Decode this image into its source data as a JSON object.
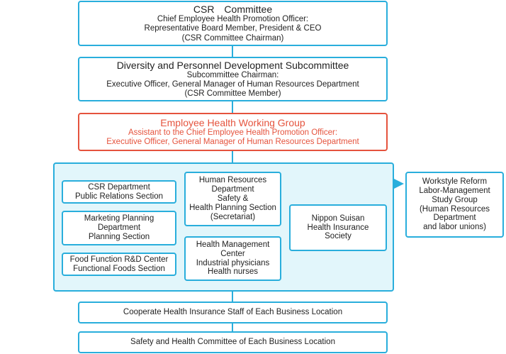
{
  "csr_committee": {
    "title": "CSR　Committee",
    "lines": [
      "Chief Employee Health Promotion Officer:",
      "Representative Board Member, President & CEO",
      "(CSR Committee Chairman)"
    ]
  },
  "diversity_subcommittee": {
    "title": "Diversity and Personnel Development Subcommittee",
    "lines": [
      "Subcommittee Chairman:",
      "Executive Officer, General Manager of Human Resources Department",
      "(CSR Committee Member)"
    ]
  },
  "health_working_group": {
    "title": "Employee Health Working Group",
    "lines": [
      "Assistant to the Chief Employee Health Promotion Officer:",
      "Executive Officer, General Manager of Human Resources Department"
    ],
    "accent_color": "#e5533d"
  },
  "working_group_members": {
    "csr_department": [
      "CSR Department",
      "Public Relations Section"
    ],
    "marketing_planning": [
      "Marketing Planning",
      "Department",
      "Planning Section"
    ],
    "food_function": [
      "Food Function R&D Center",
      "Functional Foods Section"
    ],
    "human_resources": [
      "Human Resources",
      "Department",
      "Safety &",
      "Health Planning Section",
      "(Secretariat)"
    ],
    "health_management": [
      "Health Management",
      "Center",
      "Industrial physicians",
      "Health nurses"
    ],
    "health_insurance_society": [
      "Nippon Suisan",
      "Health Insurance",
      "Society"
    ]
  },
  "workstyle_reform": [
    "Workstyle Reform",
    "Labor-Management",
    "Study Group",
    "(Human Resources",
    "Department",
    "and labor unions)"
  ],
  "cooperate_staff": "Cooperate Health Insurance Staff of Each Business Location",
  "safety_committee": "Safety and Health Committee of Each Business Location",
  "colors": {
    "border": "#29aedc",
    "panel_fill": "#e2f6fb",
    "accent": "#e5533d"
  }
}
